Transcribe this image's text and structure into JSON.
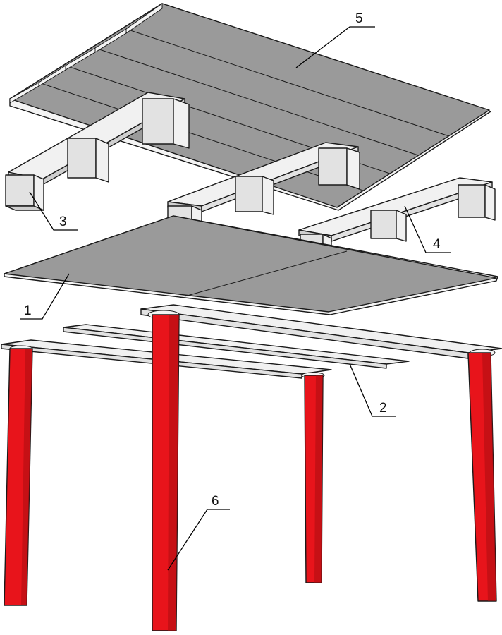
{
  "colors": {
    "panel": "#9a9a9a",
    "panel_dark": "#7e7e7e",
    "wood_light": "#f1f1f1",
    "wood_shade": "#cfcfcf",
    "wood_side": "#e2e2e2",
    "legs": "#e8141b",
    "legs_shade": "#a90c10",
    "line": "#000000"
  },
  "callouts": {
    "c1": "1",
    "c2": "2",
    "c3": "3",
    "c4": "4",
    "c5": "5",
    "c6": "6"
  }
}
